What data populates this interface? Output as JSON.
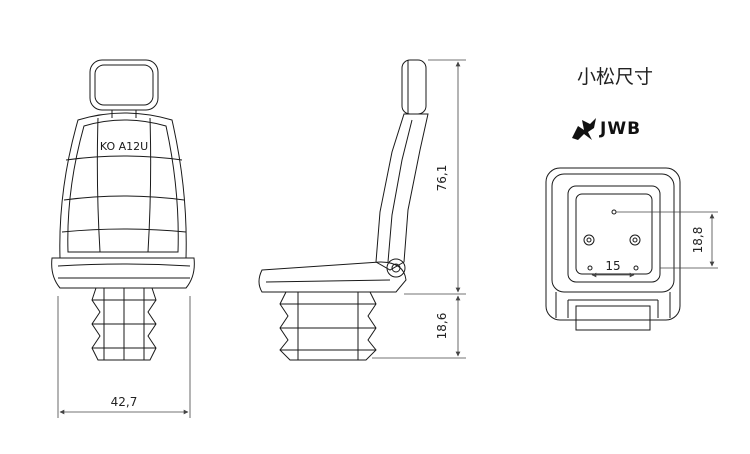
{
  "title": "小松尺寸",
  "brand": {
    "name": "JWB",
    "icon": "jwb-logo-icon"
  },
  "front_view": {
    "backrest_text": "KO A12U"
  },
  "dimensions": {
    "overall_height": "76,1",
    "base_height": "18,6",
    "width": "42,7",
    "mount_spacing_vertical": "18,8",
    "mount_spacing_horizontal": "15"
  },
  "colors": {
    "line": "#1a1a1a",
    "dim": "#444444"
  }
}
